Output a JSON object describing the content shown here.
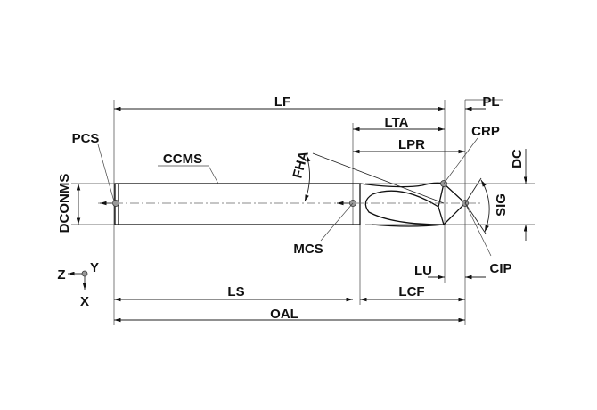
{
  "diagram": {
    "labels": {
      "lf": "LF",
      "pl": "PL",
      "lta": "LTA",
      "lpr": "LPR",
      "crp": "CRP",
      "pcs": "PCS",
      "ccms": "CCMS",
      "fha": "FHA",
      "dc": "DC",
      "dconms": "DCONMS",
      "sig": "SIG",
      "mcs": "MCS",
      "lu": "LU",
      "cip": "CIP",
      "ls": "LS",
      "lcf": "LCF",
      "oal": "OAL"
    },
    "axes": {
      "z": "Z",
      "y": "Y",
      "x": "X"
    }
  }
}
